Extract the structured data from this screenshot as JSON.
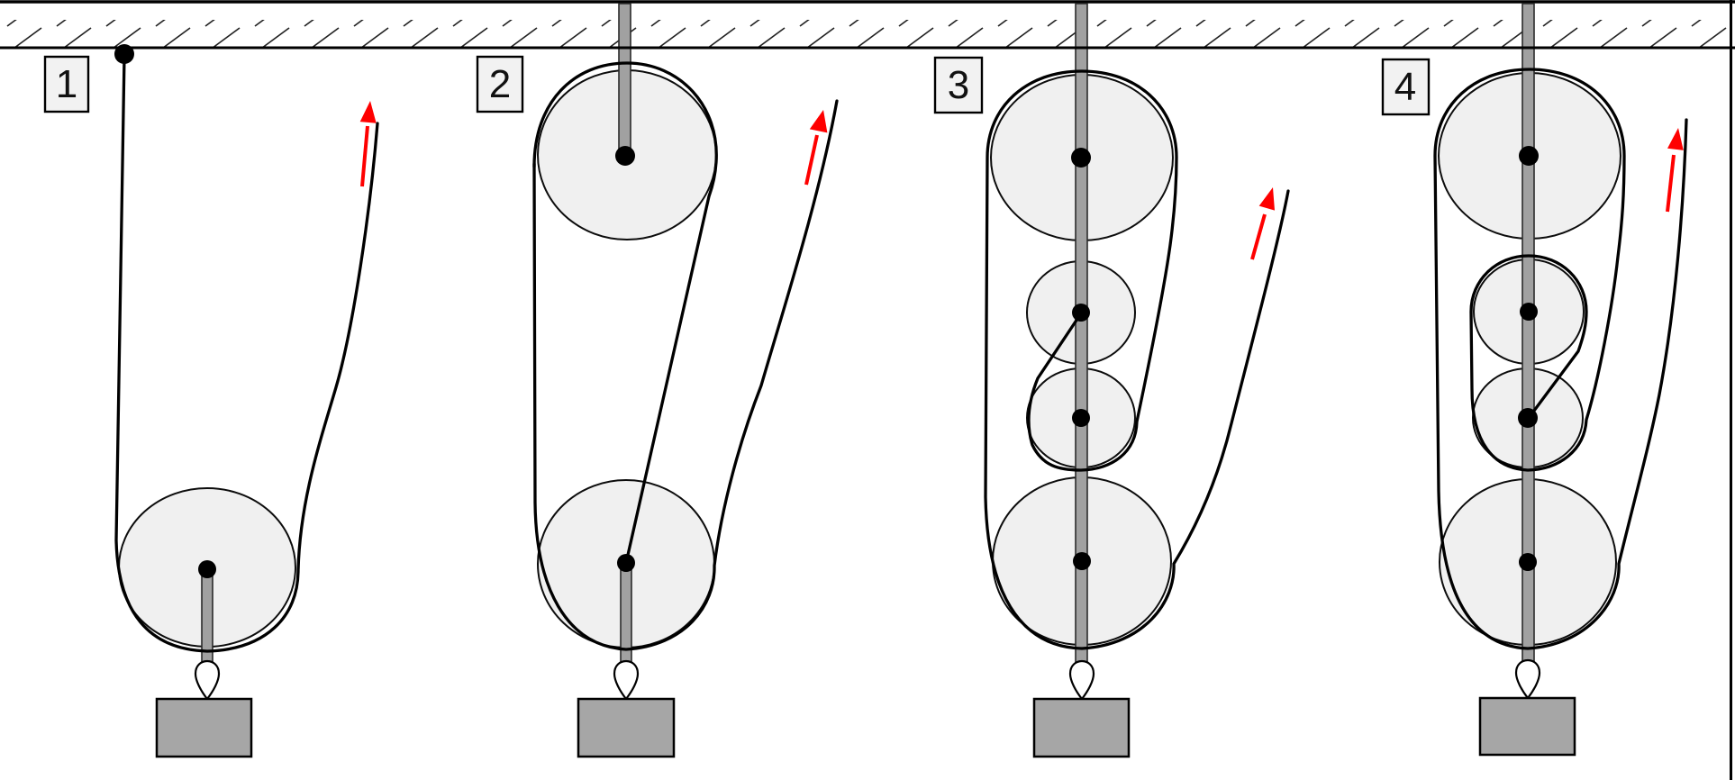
{
  "diagram": {
    "kind": "pulley-systems-comparison",
    "background": "#ffffff",
    "ceiling_style": "hatched",
    "systems": [
      {
        "label": "1",
        "pulleys_visible": 1,
        "fixed_pulleys": 0,
        "movable_pulleys": 1,
        "effort_arrow_direction": "up",
        "has_weight": true
      },
      {
        "label": "2",
        "pulleys_visible": 2,
        "fixed_pulleys": 1,
        "movable_pulleys": 1,
        "effort_arrow_direction": "up",
        "has_weight": true
      },
      {
        "label": "3",
        "pulleys_visible": 4,
        "fixed_pulleys": 2,
        "movable_pulleys": 2,
        "effort_arrow_direction": "up",
        "has_weight": true
      },
      {
        "label": "4",
        "pulleys_visible": 4,
        "fixed_pulleys": 2,
        "movable_pulleys": 2,
        "effort_arrow_direction": "up",
        "has_weight": true
      }
    ],
    "colors": {
      "effort_arrow": "#fe0000",
      "pulley_fill": "#f0f0f0",
      "weight_fill": "#a6a6a6",
      "rod_fill": "#a1a1a1",
      "label_box_fill": "#f2f2f2",
      "line": "#000000"
    }
  }
}
